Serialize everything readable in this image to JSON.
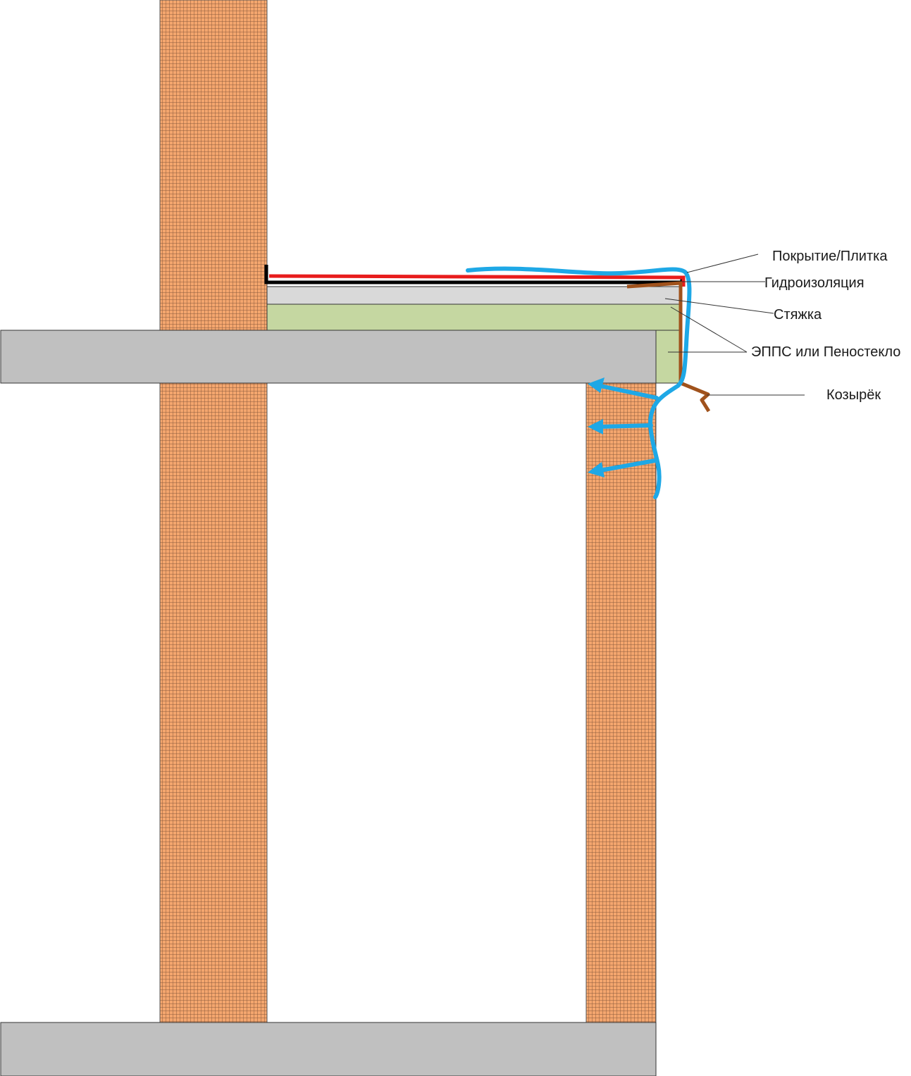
{
  "labels": {
    "covering": "Покрытие/Плитка",
    "waterproofing": "Гидроизоляция",
    "screed": "Стяжка",
    "insulation": "ЭППС или Пеностекло",
    "drip_edge": "Козырёк"
  },
  "colors": {
    "brick": "#f4a66e",
    "brick_grid": "#8a5a3c",
    "concrete": "#c0c0c0",
    "screed": "#d9d9d9",
    "insulation": "#c5d7a1",
    "covering": "#e81c1c",
    "waterproofing": "#000000",
    "drip_edge": "#a0521c",
    "water_flow": "#1ea8e6",
    "leader_line": "#333333"
  }
}
